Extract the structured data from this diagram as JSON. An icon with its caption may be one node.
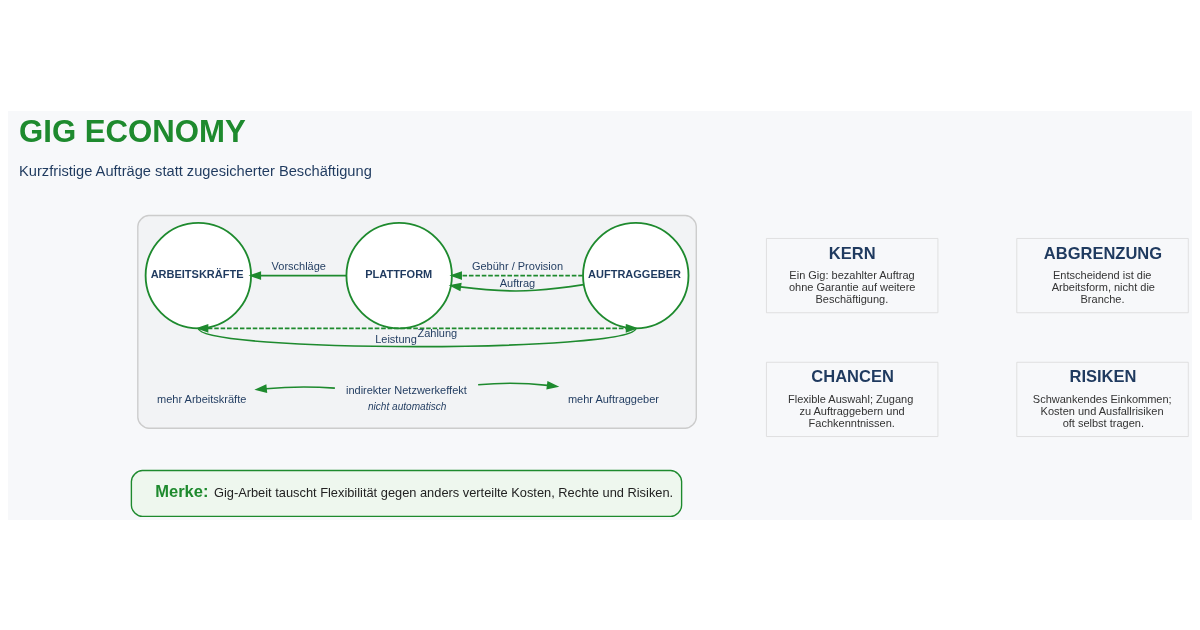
{
  "diagram": {
    "title": "GIG ECONOMY",
    "nodes": [
      {
        "text": [],
        "shape": "box"
      },
      {
        "text": [
          "ARBEITSKRÄFTE"
        ],
        "in": 0
      },
      {
        "text": [
          "PLATTFORM"
        ],
        "in": 0
      },
      {
        "text": [
          "AUFTRAGGEBER"
        ],
        "in": 0
      },
      {
        "text": [
          "mehr Arbeitskräfte"
        ],
        "in": 0
      },
      {
        "text": [
          "indirekter Netzwerkeffekt"
        ],
        "beside": [
          "nicht automatisch"
        ],
        "in": 0
      },
      {
        "text": [
          "mehr Auftraggeber"
        ],
        "in": 0
      },
      {
        "text": [
          "KERN",
          "Ein Gig: bezahlter Auftrag ohne Garantie auf weitere Beschäftigung."
        ]
      },
      {
        "text": [
          "ABGRENZUNG",
          "Entscheidend ist die Arbeitsform, nicht die Branche."
        ]
      },
      {
        "text": [
          "CHANCEN",
          "Flexible Auswahl; Zugang zu Auftraggebern und Fachkenntnissen."
        ]
      },
      {
        "text": [
          "RISIKEN",
          "Schwankendes Einkommen; Kosten und Ausfallrisiken oft selbst tragen."
        ]
      },
      {
        "text": [
          "Merke:",
          "Gig-Arbeit tauscht Flexibilität gegen anders verteilte Kosten, Rechte und Risiken."
        ]
      }
    ],
    "edges": [
      {
        "from": 2,
        "to": 1,
        "arrow": "to",
        "label": "Vorschläge"
      },
      {
        "from": 3,
        "to": 2,
        "arrow": "to",
        "label": "Auftrag"
      },
      {
        "from": 1,
        "to": 3,
        "arrow": "none",
        "label": "Leistung"
      },
      {
        "from": 1,
        "to": 3,
        "arrow": "both",
        "style": "dashed",
        "label": "Zahlung"
      },
      {
        "from": 3,
        "to": 2,
        "arrow": "to",
        "style": "dashed",
        "label": "Gebühr / Provision"
      },
      {
        "from": 5,
        "to": 4,
        "arrow": "to"
      },
      {
        "from": 5,
        "to": 6,
        "arrow": "to"
      }
    ],
    "labels": [
      "Kurzfristige Aufträge statt zugesicherter Beschäftigung"
    ]
  }
}
